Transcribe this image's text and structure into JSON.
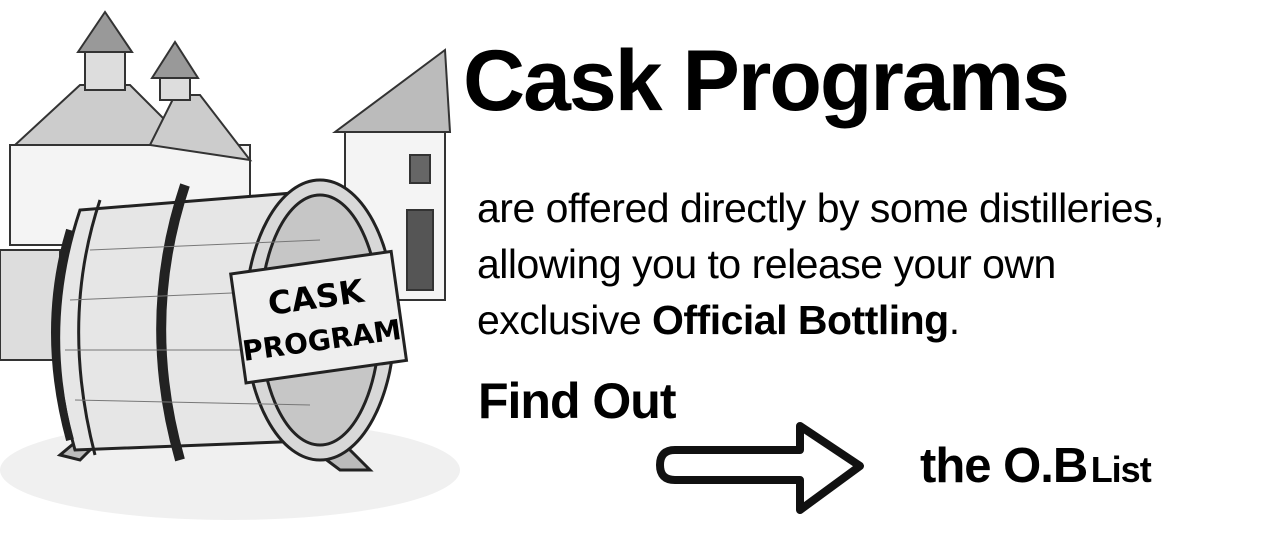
{
  "illustration": {
    "sign_line1": "CASK",
    "sign_line2": "PROGRAM"
  },
  "headline": "Cask Programs",
  "description": {
    "line1": "are offered directly by some distilleries,",
    "line2": "allowing you to release your own",
    "line3_prefix": "exclusive ",
    "line3_bold": "Official Bottling",
    "line3_suffix": "."
  },
  "cta": {
    "find_out": "Find Out",
    "link_main": "the O.B",
    "link_small": "List",
    "arrow_icon": "right-arrow-icon"
  }
}
